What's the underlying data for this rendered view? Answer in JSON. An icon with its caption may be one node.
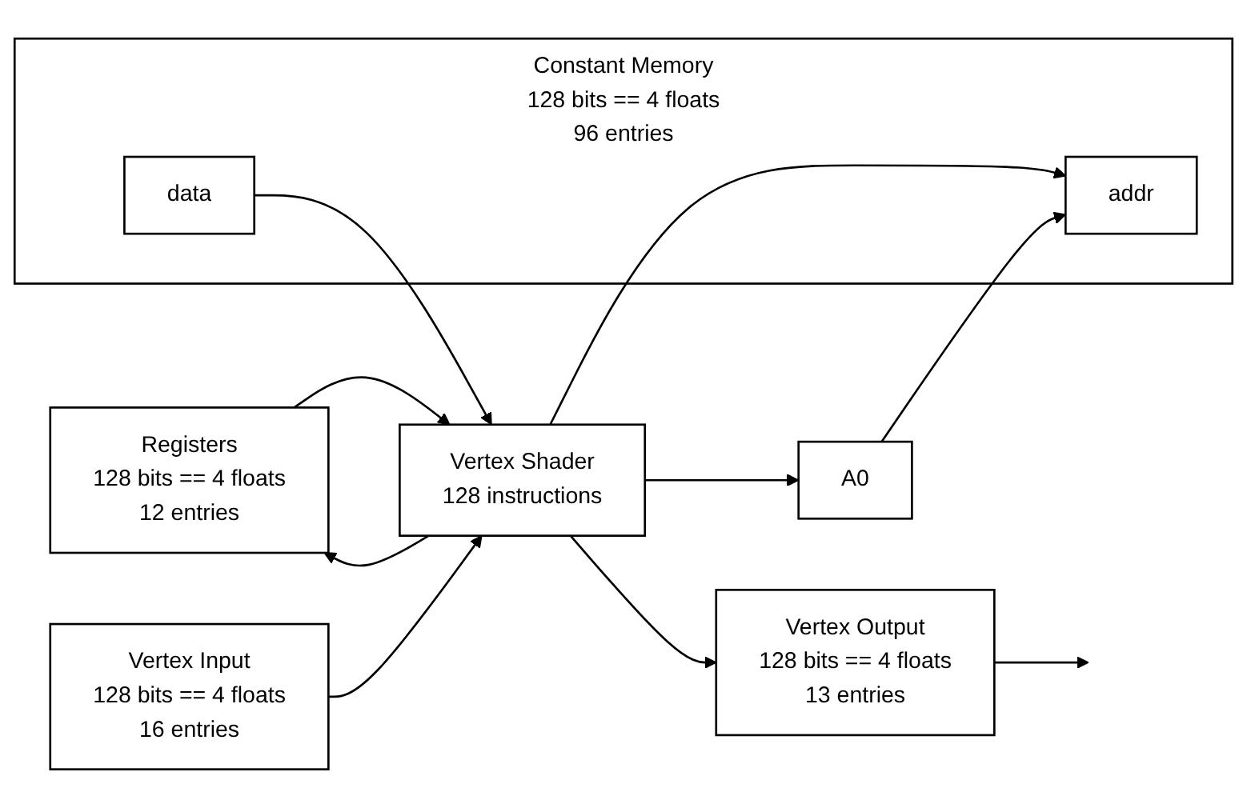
{
  "diagram": {
    "nodes": [
      {
        "text": [
          "Vertex Input",
          "128 bits == 4 floats",
          "16 entries"
        ]
      },
      {
        "text": [
          "Registers",
          "128 bits == 4 floats",
          "12 entries"
        ]
      },
      {
        "text": [
          "Vertex Shader",
          "128 instructions"
        ]
      },
      {
        "text": [
          "A0"
        ]
      },
      {
        "text": [
          "Constant Memory",
          "128 bits == 4 floats",
          "96 entries"
        ]
      },
      {
        "text": [
          "addr"
        ],
        "in": 4
      },
      {
        "text": [
          "data"
        ],
        "in": 4
      },
      {
        "text": [
          "Vertex Output",
          "128 bits == 4 floats",
          "13 entries"
        ]
      }
    ],
    "edges": [
      {
        "from": 0,
        "to": 2,
        "arrow": "to"
      },
      {
        "from": 1,
        "to": 2,
        "arrow": "to"
      },
      {
        "from": 2,
        "to": 1,
        "arrow": "to"
      },
      {
        "from": 2,
        "to": 3,
        "arrow": "to"
      },
      {
        "from": 3,
        "to": 5,
        "arrow": "to"
      },
      {
        "from": 2,
        "to": 5,
        "arrow": "to"
      },
      {
        "from": 6,
        "to": 2,
        "arrow": "to"
      },
      {
        "from": 2,
        "to": 7,
        "arrow": "to"
      },
      {
        "from": 7,
        "to": null,
        "arrow": "to"
      }
    ]
  }
}
